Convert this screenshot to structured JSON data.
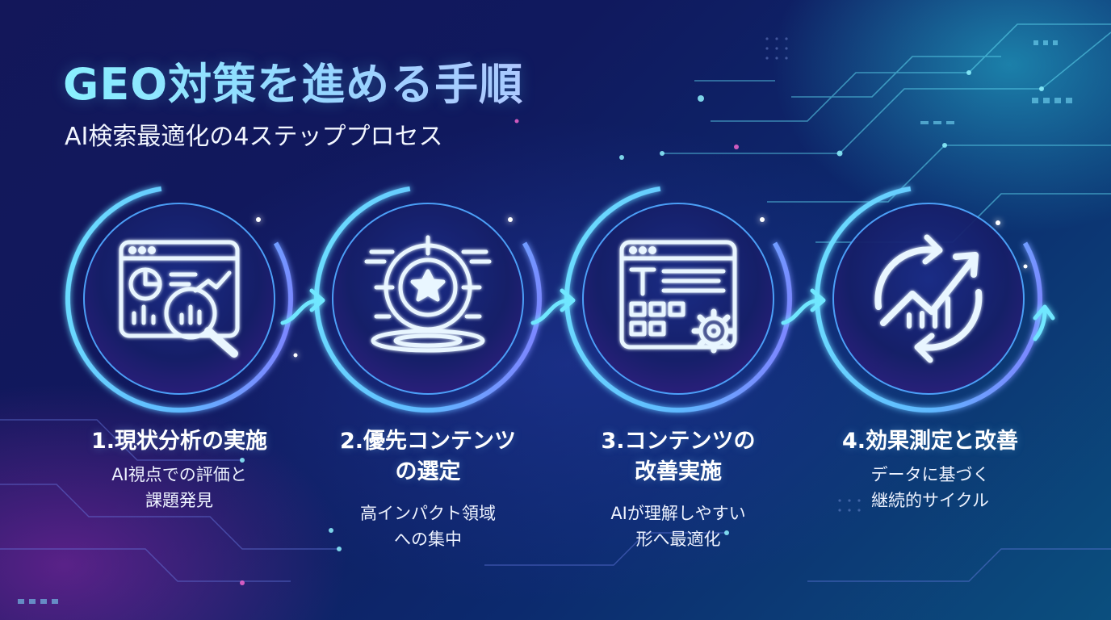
{
  "header": {
    "title": "GEO対策を進める手順",
    "subtitle": "AI検索最適化の4ステッププロセス"
  },
  "steps": [
    {
      "title_lines": [
        "1.現状分析の実施"
      ],
      "desc_lines": [
        "AI視点での評価と",
        "課題発見"
      ],
      "icon": "analytics-magnifier-icon"
    },
    {
      "title_lines": [
        "2.優先コンテンツ",
        "の選定"
      ],
      "desc_lines": [
        "高インパクト領域",
        "への集中"
      ],
      "icon": "target-star-icon"
    },
    {
      "title_lines": [
        "3.コンテンツの",
        "改善実施"
      ],
      "desc_lines": [
        "AIが理解しやすい",
        "形へ最適化"
      ],
      "icon": "document-gear-icon"
    },
    {
      "title_lines": [
        "4.効果測定と改善"
      ],
      "desc_lines": [
        "データに基づく",
        "継続的サイクル"
      ],
      "icon": "cycle-growth-icon"
    }
  ],
  "colors": {
    "ring_glow": "#6fe7ff",
    "ring_violet": "#8b6cff",
    "icon": "#e9f6ff",
    "title_gradient_start": "#8ff3ff"
  }
}
